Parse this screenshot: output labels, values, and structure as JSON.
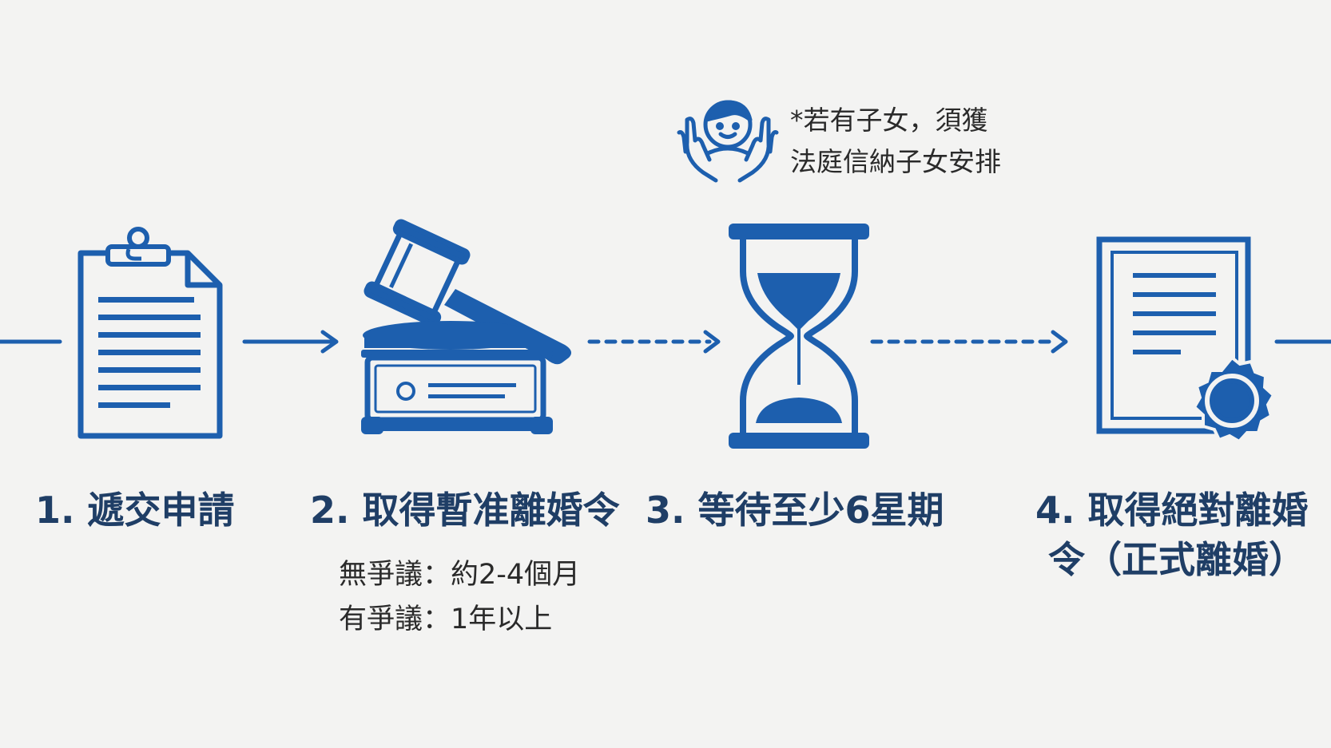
{
  "colors": {
    "primary": "#1d5fae",
    "label": "#1f3e66",
    "text": "#2a2a2a",
    "background": "#f3f3f2"
  },
  "note": {
    "icon": "child-protection-icon",
    "lines": [
      "*若有子女，須獲",
      "法庭信納子女安排"
    ]
  },
  "steps": [
    {
      "icon": "clipboard-icon",
      "label_lines": [
        "1. 遞交申請"
      ]
    },
    {
      "icon": "gavel-icon",
      "label_lines": [
        "2. 取得暫准離婚令"
      ],
      "details": [
        "無爭議：約2-4個月",
        "有爭議：1年以上"
      ]
    },
    {
      "icon": "hourglass-icon",
      "label_lines": [
        "3. 等待至少6星期"
      ]
    },
    {
      "icon": "certificate-icon",
      "label_lines": [
        "4. 取得絕對離婚",
        "令（正式離婚）"
      ]
    }
  ],
  "connectors": [
    {
      "from": "edge",
      "to": "step-1",
      "style": "solid"
    },
    {
      "from": "step-1",
      "to": "step-2",
      "style": "solid-arrow"
    },
    {
      "from": "step-2",
      "to": "step-3",
      "style": "dashed-arrow"
    },
    {
      "from": "step-3",
      "to": "step-4",
      "style": "dashed-arrow"
    },
    {
      "from": "step-4",
      "to": "edge",
      "style": "solid"
    }
  ]
}
